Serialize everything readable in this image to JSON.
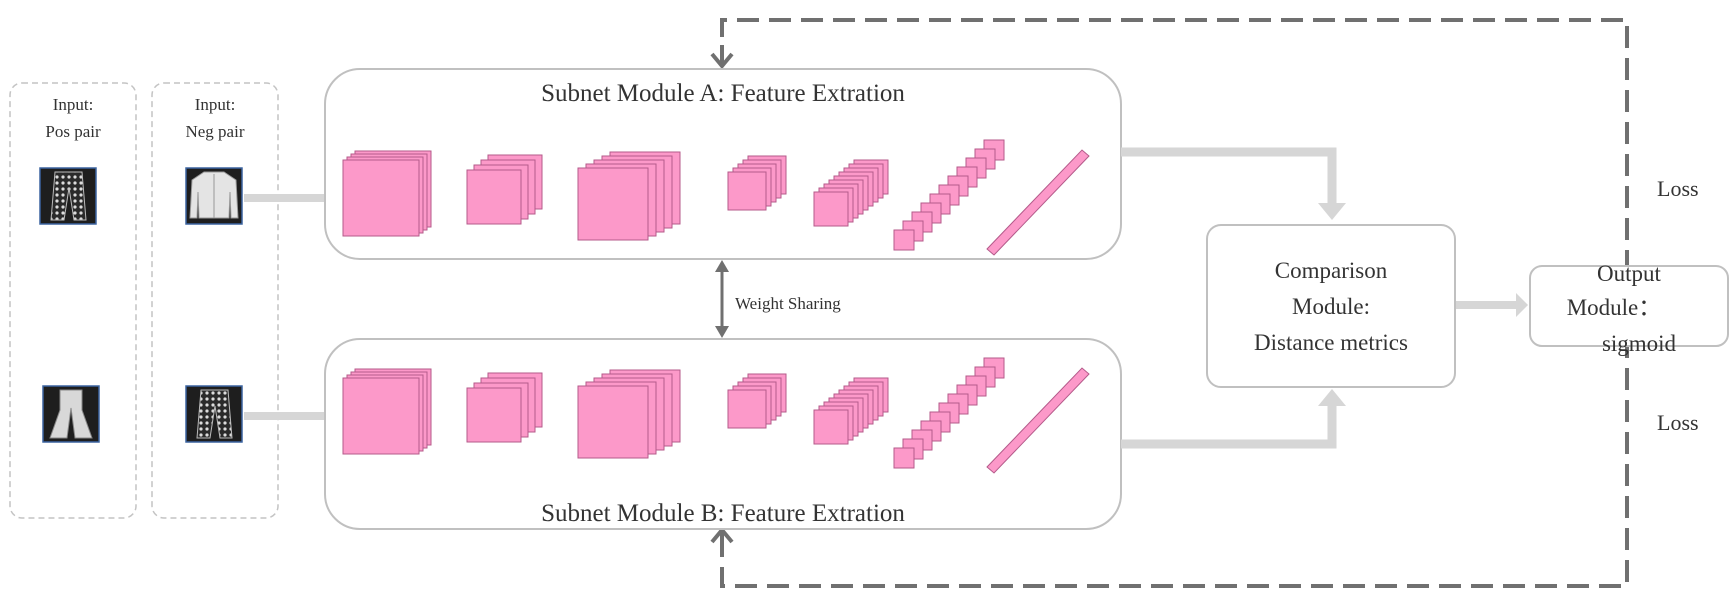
{
  "colors": {
    "feature_map": "#fc99c9",
    "feature_map_stroke": "#b45a8a",
    "box_stroke": "#c0c0c0",
    "dashed_stroke": "#c4c4c4",
    "arrow": "#d6d6d6",
    "loss_line": "#707070",
    "text": "#333333"
  },
  "inputs": {
    "pos": {
      "title": "Input:",
      "subtitle": "Pos pair",
      "items": [
        "trousers-image",
        "flared-trousers-image"
      ]
    },
    "neg": {
      "title": "Input:",
      "subtitle": "Neg pair",
      "items": [
        "jacket-image",
        "trousers-image"
      ]
    }
  },
  "subnets": {
    "a": {
      "title": "Subnet Module A: Feature Extration"
    },
    "b": {
      "title": "Subnet Module B: Feature Extration"
    }
  },
  "weight_sharing": "Weight Sharing",
  "comparison": {
    "line1": "Comparison",
    "line2": "Module:",
    "line3": "Distance metrics"
  },
  "output": {
    "line1": "Output",
    "line2": "Module：",
    "line3": "sigmoid"
  },
  "loss": {
    "top": "Loss",
    "bottom": "Loss"
  }
}
